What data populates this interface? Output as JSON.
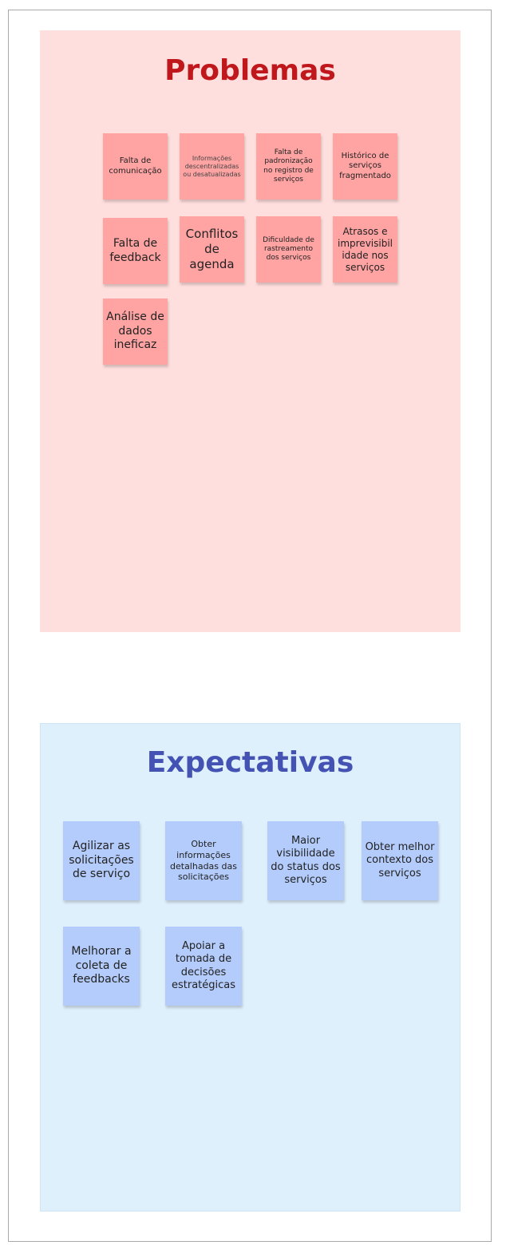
{
  "problemas": {
    "title": "Problemas",
    "notes": [
      "Falta de comunicação",
      "Informações descentralizadas ou desatualizadas",
      "Falta de padronização no registro de serviços",
      "Histórico de serviços fragmentado",
      "Falta de feedback",
      "Conflitos de agenda",
      "Dificuldade de rastreamento dos serviços",
      "Atrasos e imprevisibil idade nos serviços",
      "Análise de dados ineficaz"
    ]
  },
  "expectativas": {
    "title": "Expectativas",
    "notes": [
      "Agilizar as solicitações de serviço",
      "Obter informações detalhadas das solicitações",
      "Maior visibilidade do status dos serviços",
      "Obter melhor contexto dos serviços",
      "Melhorar a coleta de feedbacks",
      "Apoiar a tomada de decisões estratégicas"
    ]
  },
  "colors": {
    "problemas_bg": "#ffdfdd",
    "problemas_title": "#c0171c",
    "problemas_note": "#ffa3a3",
    "expectativas_bg": "#dff0fd",
    "expectativas_title": "#4453b3",
    "expectativas_note": "#b4ccfb"
  }
}
